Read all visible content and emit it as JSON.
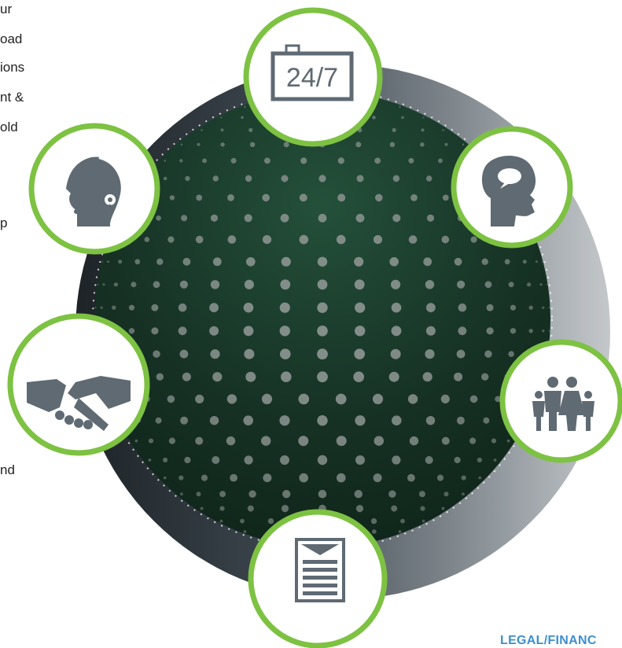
{
  "left_text_fragments": [
    "ur",
    "oad",
    "ions",
    "nt &",
    "old",
    "p",
    "nd"
  ],
  "bottom_label": "LEGAL/FINANC",
  "clock_text": "24/7",
  "colors": {
    "accent_green": "#7dc242",
    "icon_gray": "#5f6a73",
    "sphere_dark": "#163124",
    "ring_dark": "#232a2f",
    "ring_light": "#b3b7bb",
    "label_blue": "#3d8fd0"
  },
  "nodes": [
    {
      "name": "clock-24-7-icon"
    },
    {
      "name": "head-thought-bubble-icon"
    },
    {
      "name": "family-icon"
    },
    {
      "name": "document-icon"
    },
    {
      "name": "handshake-icon"
    },
    {
      "name": "headset-agent-icon"
    }
  ]
}
